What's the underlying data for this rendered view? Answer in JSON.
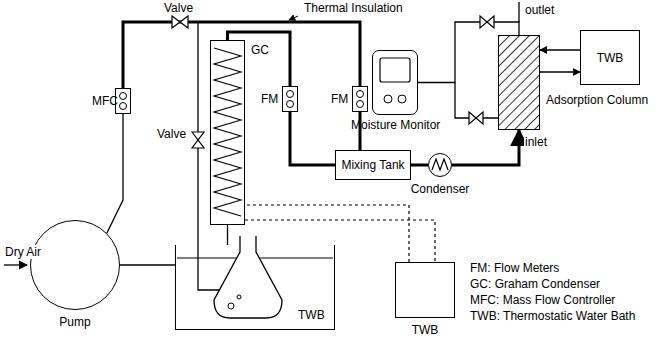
{
  "diagram": {
    "nodes": [
      {
        "text": [
          "Pump"
        ]
      },
      {
        "text": [
          "MFC"
        ]
      },
      {
        "text": [
          "GC"
        ]
      },
      {
        "text": [
          "TWB"
        ]
      },
      {
        "text": [
          "FM"
        ]
      },
      {
        "text": [
          "FM"
        ]
      },
      {
        "text": [
          "Mixing Tank"
        ]
      },
      {
        "text": [
          "Moisture Monitor"
        ]
      },
      {
        "text": [
          "Condenser"
        ]
      },
      {
        "text": [
          "Adsorption Column"
        ]
      },
      {
        "text": [
          "TWB"
        ]
      },
      {
        "text": [
          "TWB"
        ]
      }
    ],
    "edges": [
      {
        "from": 0,
        "to": 1,
        "arrow": "none"
      },
      {
        "from": 1,
        "to": 5,
        "arrow": "none"
      },
      {
        "from": 0,
        "to": 3,
        "arrow": "none"
      },
      {
        "from": 3,
        "to": 2,
        "arrow": "none"
      },
      {
        "from": 2,
        "to": 4,
        "arrow": "none"
      },
      {
        "from": 4,
        "to": 6,
        "arrow": "none"
      },
      {
        "from": 5,
        "to": 6,
        "arrow": "none"
      },
      {
        "from": 6,
        "to": 8,
        "arrow": "none"
      },
      {
        "from": 8,
        "to": 9,
        "arrow": "to"
      },
      {
        "from": 7,
        "to": 9,
        "arrow": "none"
      },
      {
        "from": 10,
        "to": 9,
        "arrow": "to"
      },
      {
        "from": 9,
        "to": 10,
        "arrow": "to"
      },
      {
        "from": 11,
        "to": 2,
        "arrow": "none"
      },
      {
        "from": 2,
        "to": 11,
        "arrow": "none"
      }
    ],
    "labels": [
      "Dry Air",
      "Valve",
      "Thermal Insulation",
      "Valve",
      "outlet",
      "inlet"
    ],
    "legend": [
      {
        "text": "FM: Flow Meters"
      },
      {
        "text": "GC: Graham Condenser"
      },
      {
        "text": "MFC: Mass Flow Controller"
      },
      {
        "text": "TWB: Thermostatic Water Bath"
      }
    ]
  }
}
